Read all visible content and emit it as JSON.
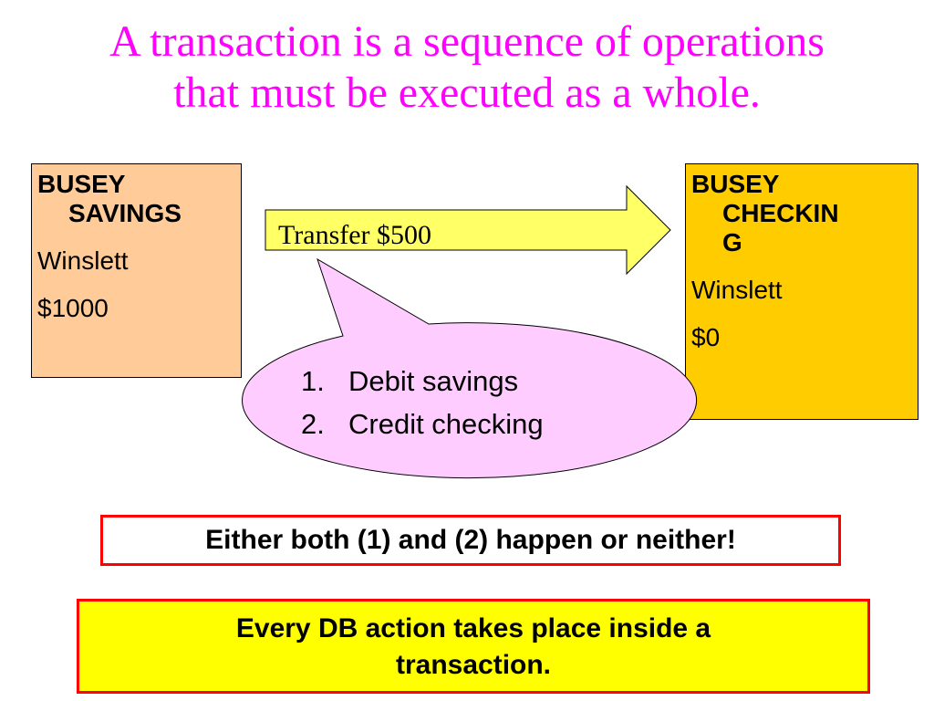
{
  "title": {
    "line1": "A transaction is a sequence of operations",
    "line2": "that must be executed as a whole."
  },
  "savings_box": {
    "head_line1": "BUSEY",
    "head_line2": "SAVINGS",
    "owner": "Winslett",
    "balance": "$1000",
    "fill_color": "#ffcc99"
  },
  "checking_box": {
    "head_line1": "BUSEY",
    "head_line2": "CHECKIN",
    "head_line3": "G",
    "owner": "Winslett",
    "balance": "$0",
    "fill_color": "#ffcc00"
  },
  "transfer_arrow": {
    "label": "Transfer $500",
    "fill_color": "#ffff66"
  },
  "steps_bubble": {
    "fill_color": "#ffccff",
    "steps": [
      {
        "number": "1.",
        "text": "Debit savings"
      },
      {
        "number": "2.",
        "text": "Credit checking"
      }
    ]
  },
  "callouts": {
    "atomic": "Either both (1) and (2) happen or neither!",
    "db_line1": "Every DB action takes place inside a",
    "db_line2": "transaction."
  }
}
